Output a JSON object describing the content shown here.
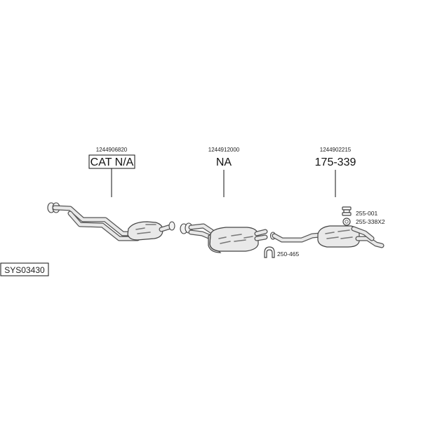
{
  "diagram_code": "SYS03430",
  "parts": [
    {
      "oem": "1244906820",
      "label": "CAT N/A",
      "framed": true
    },
    {
      "oem": "1244912000",
      "label": "NA",
      "framed": false
    },
    {
      "oem": "1244902215",
      "label": "175-339",
      "framed": false
    }
  ],
  "accessories": [
    {
      "label": "255-001",
      "icon": "rubber-hanger-icon"
    },
    {
      "label": "255-338X2",
      "icon": "mounting-ring-icon"
    },
    {
      "label": "250-465",
      "icon": "u-clamp-icon"
    }
  ]
}
